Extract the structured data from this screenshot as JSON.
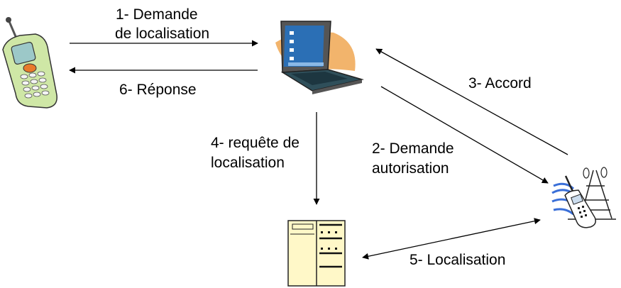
{
  "diagram": {
    "labels": {
      "step1_line1": "1- Demande",
      "step1_line2": "de localisation",
      "step6": "6- Réponse",
      "step3": "3- Accord",
      "step4_line1": "4- requête de",
      "step4_line2": "localisation",
      "step2_line1": "2- Demande",
      "step2_line2": "autorisation",
      "step5": "5- Localisation"
    },
    "icons": {
      "phone": "mobile-phone-icon",
      "laptop": "laptop-icon",
      "server": "server-icon",
      "tower": "antenna-tower-icon"
    },
    "colors": {
      "line": "#000000",
      "phone_body": "#cfe7a6",
      "laptop_bg": "#f2b46c",
      "laptop_screen": "#2b6fb5",
      "server_body": "#fff8c8",
      "tower_waves": "#3a6fd8"
    }
  }
}
